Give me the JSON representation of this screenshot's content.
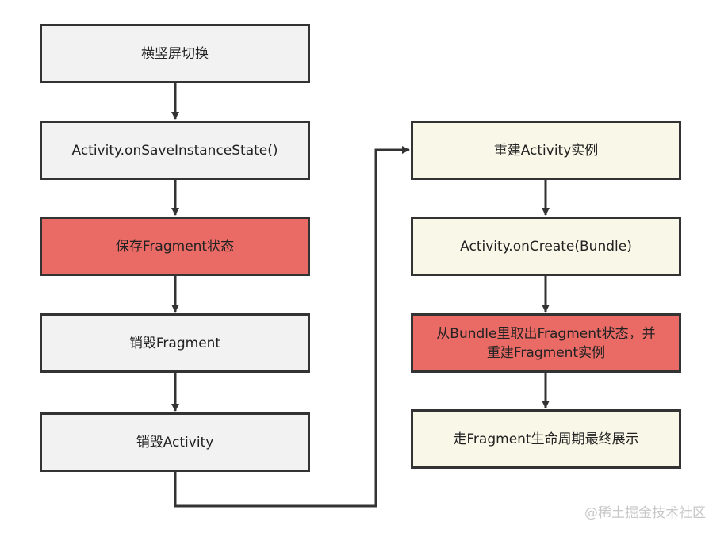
{
  "left_steps": [
    {
      "label": "横竖屏切换",
      "type": "normal"
    },
    {
      "label": "Activity.onSaveInstanceState()",
      "type": "normal"
    },
    {
      "label": "保存Fragment状态",
      "type": "highlight"
    },
    {
      "label": "销毁Fragment",
      "type": "normal"
    },
    {
      "label": "销毁Activity",
      "type": "normal"
    }
  ],
  "right_steps": [
    {
      "label": "重建Activity实例",
      "type": "normal"
    },
    {
      "label": "Activity.onCreate(Bundle)",
      "type": "normal"
    },
    {
      "label": "从Bundle里取出Fragment状态，并\n重建Fragment实例",
      "type": "highlight"
    },
    {
      "label": "走Fragment生命周期最终展示",
      "type": "normal"
    }
  ],
  "colors": {
    "left_fill": "#f2f2f2",
    "right_fill": "#f9f8e8",
    "highlight": "#ea6b66",
    "stroke": "#333333"
  },
  "watermark": "@稀土掘金技术社区"
}
